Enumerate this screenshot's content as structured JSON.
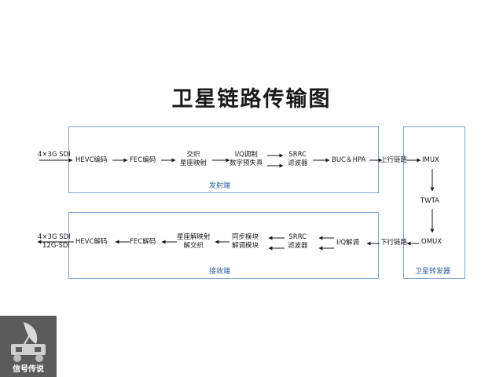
{
  "title": "卫星链路传输图",
  "panels": {
    "tx_label": "发射端",
    "rx_label": "接收端",
    "sat_label": "卫星转发器"
  },
  "tx": {
    "input": "4×3G SDI",
    "hevc": "HEVC编码",
    "fec": "FEC编码",
    "interleave": [
      "交织",
      "星座映射"
    ],
    "iq_mod": [
      "I/Q调制",
      "数字预失真"
    ],
    "srrc": [
      "SRRC",
      "滤波器"
    ],
    "buc_hpa": "BUC＆HPA",
    "uplink": "上行链路"
  },
  "sat": {
    "imux": "IMUX",
    "twta": "TWTA",
    "omux": "OMUX"
  },
  "rx": {
    "downlink": "下行链路",
    "iq_demod": "I/Q解调",
    "srrc": [
      "SRRC",
      "滤波器"
    ],
    "sync": [
      "同步模块",
      "解调模块"
    ],
    "demap": [
      "星座解映射",
      "解交织"
    ],
    "fec": "FEC解码",
    "hevc": "HEVC解码",
    "output": [
      "4×3G SDI",
      "12G-SDI"
    ]
  },
  "logo": {
    "text": "信号传说"
  }
}
